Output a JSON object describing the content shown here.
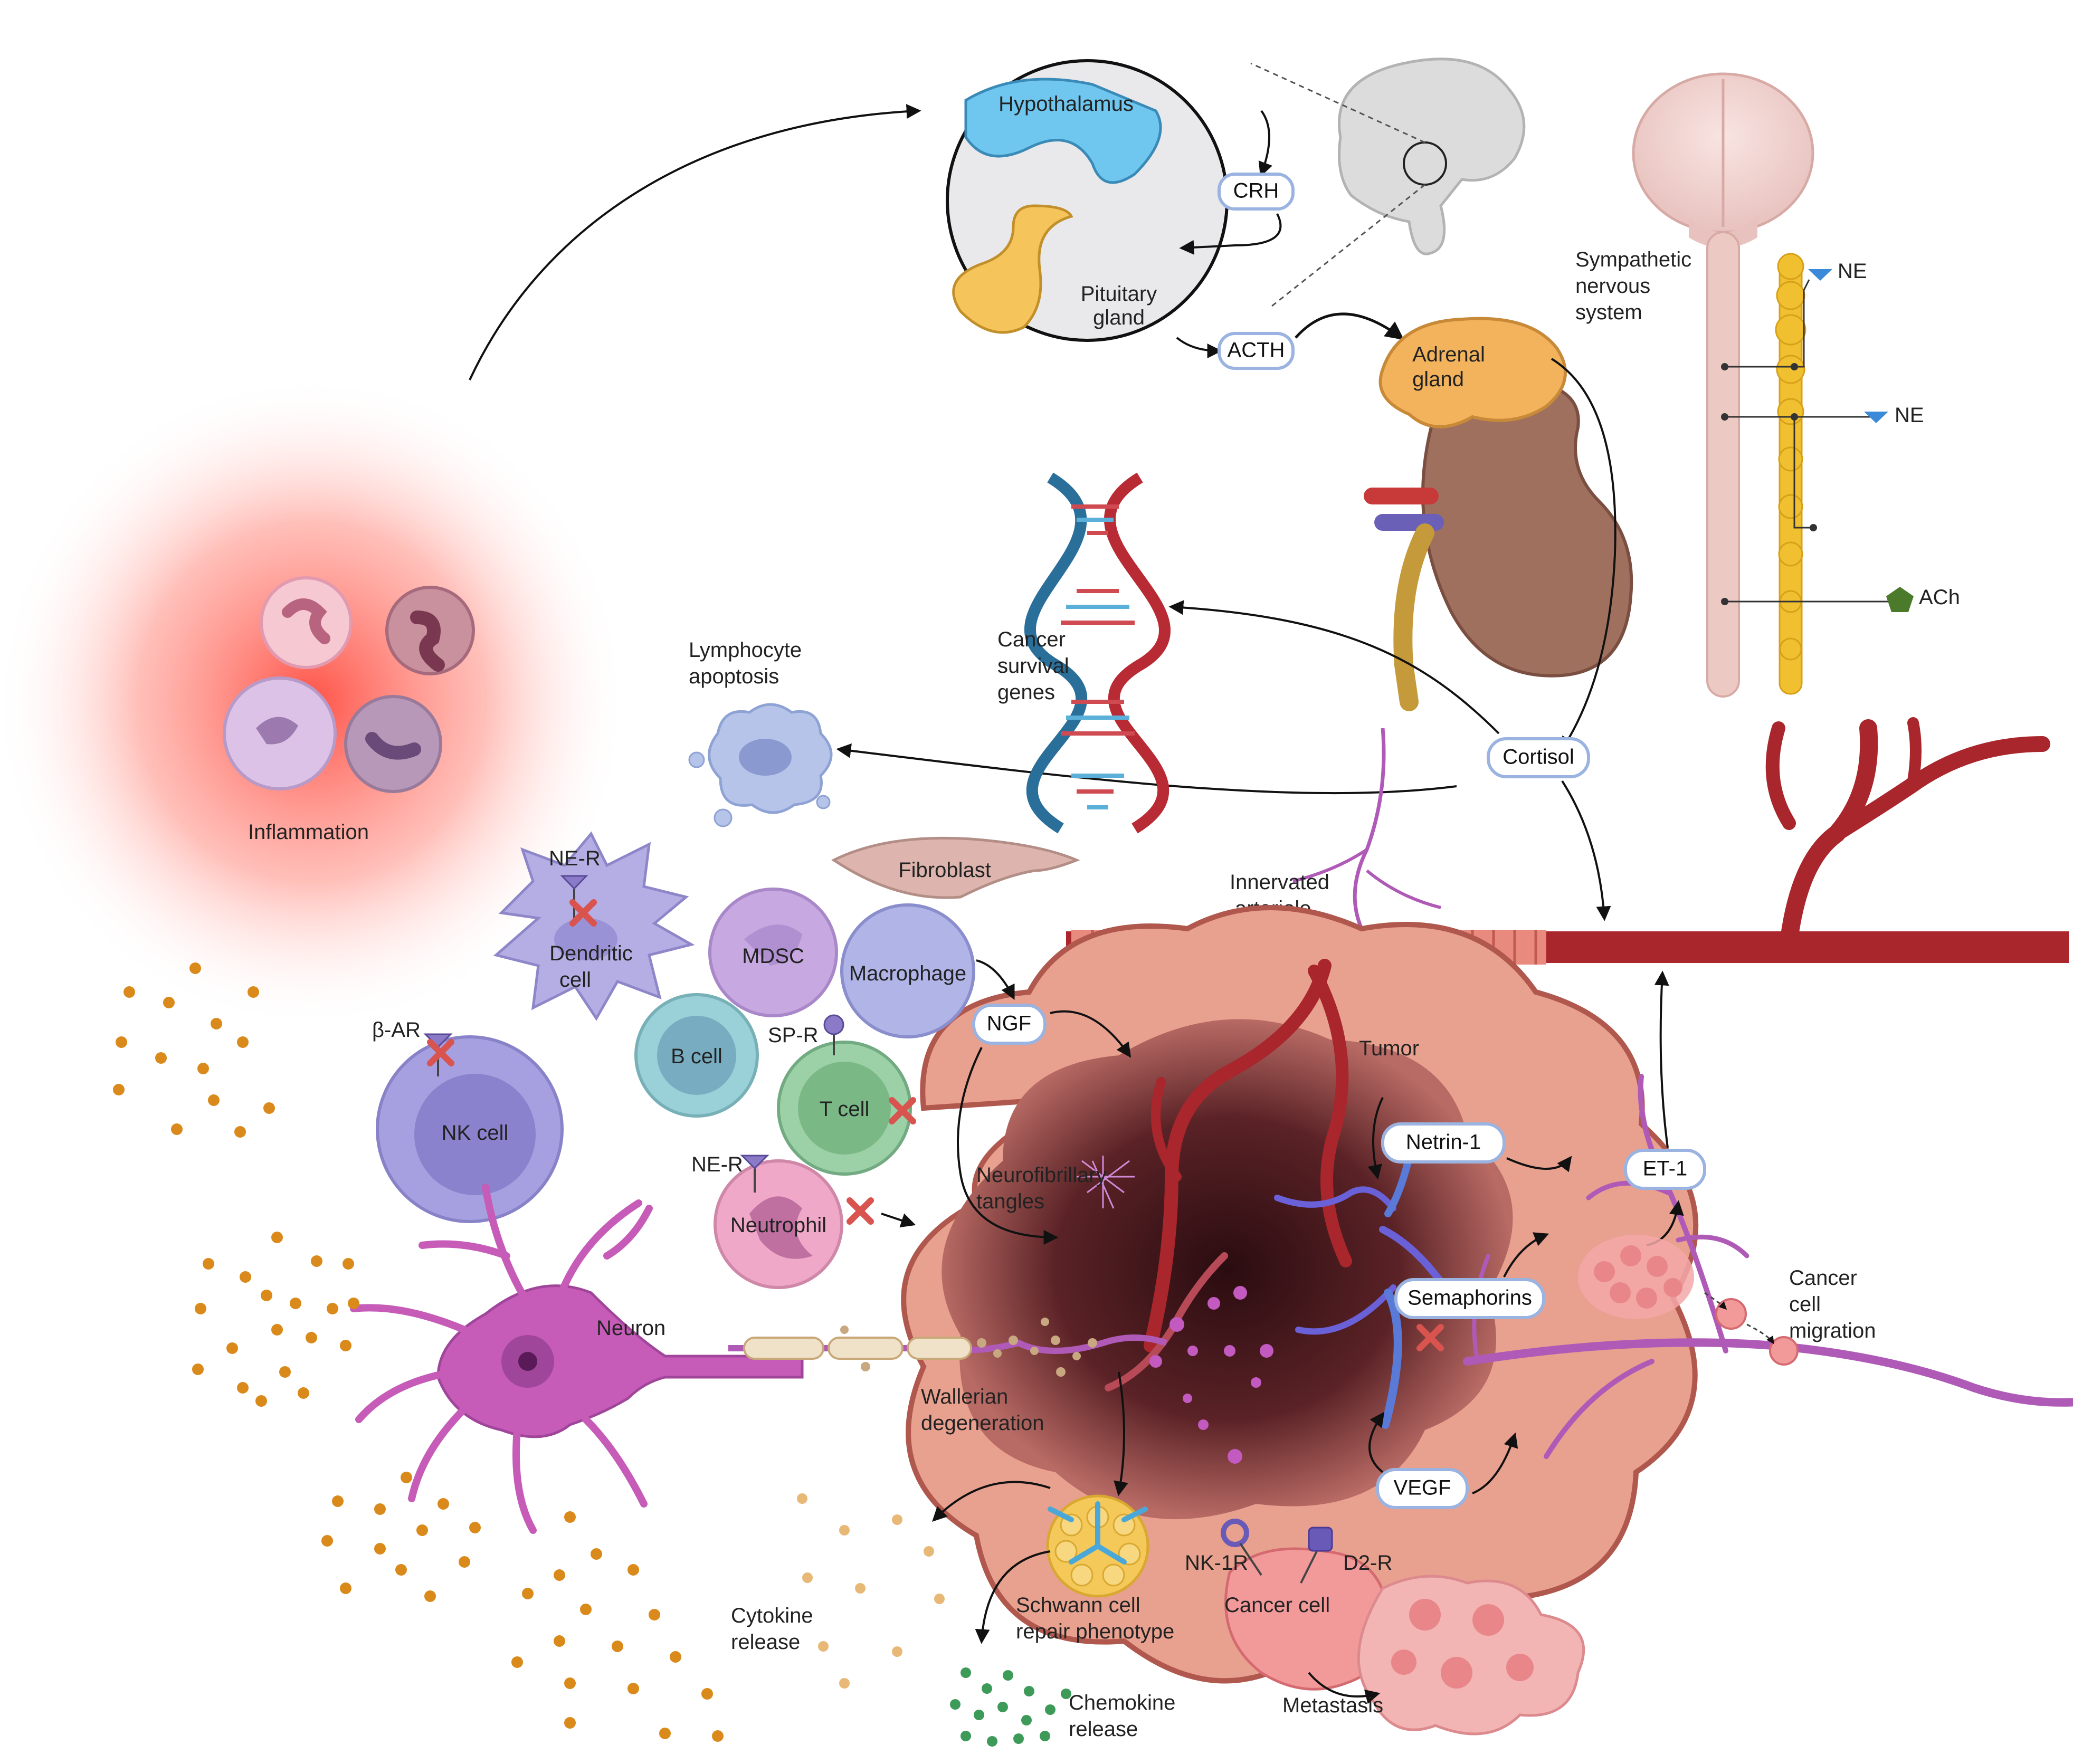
{
  "labels": {
    "hypothalamus": "Hypothalamus",
    "crh": "CRH",
    "pituitary_1": "Pituitary",
    "pituitary_2": "gland",
    "acth": "ACTH",
    "adrenal_1": "Adrenal",
    "adrenal_2": "gland",
    "sns_1": "Sympathetic",
    "sns_2": "nervous",
    "sns_3": "system",
    "ne_top": "NE",
    "ne_mid": "NE",
    "ach": "ACh",
    "cancer_genes_1": "Cancer",
    "cancer_genes_2": "survival",
    "cancer_genes_3": "genes",
    "lymph_apop_1": "Lymphocyte",
    "lymph_apop_2": "apoptosis",
    "cortisol": "Cortisol",
    "inflammation": "Inflammation",
    "fibroblast": "Fibroblast",
    "innervated_1": "Innervated",
    "innervated_2": "arteriole",
    "ne_r_top": "NE-R",
    "dendritic_1": "Dendritic",
    "dendritic_2": "cell",
    "mdsc": "MDSC",
    "macrophage": "Macrophage",
    "beta_ar": "β-AR",
    "b_cell": "B cell",
    "sp_r": "SP-R",
    "t_cell": "T cell",
    "ngf": "NGF",
    "nk_cell": "NK cell",
    "ne_r_bottom": "NE-R",
    "neutrophil": "Neutrophil",
    "tumor": "Tumor",
    "netrin": "Netrin-1",
    "et1": "ET-1",
    "neurofib_1": "Neurofibrillary",
    "neurofib_2": "tangles",
    "semaphorins": "Semaphorins",
    "cancer_mig_1": "Cancer",
    "cancer_mig_2": "cell",
    "cancer_mig_3": "migration",
    "neuron": "Neuron",
    "wallerian_1": "Wallerian",
    "wallerian_2": "degeneration",
    "vegf": "VEGF",
    "nk1r": "NK-1R",
    "d2r": "D2-R",
    "cancer_cell": "Cancer cell",
    "schwann_1": "Schwann cell",
    "schwann_2": "repair phenotype",
    "cytokine_1": "Cytokine",
    "cytokine_2": "release",
    "chemokine_1": "Chemokine",
    "chemokine_2": "release",
    "metastasis": "Metastasis"
  },
  "colors": {
    "hypothalamus": "#6fc6ee",
    "pituitary": "#f5c45a",
    "adrenal": "#f2b35c",
    "kidney": "#a0705e",
    "vessel": "#b8363a",
    "nerve": "#b05ab8",
    "tumor_outer": "#e8a08f",
    "tumor_core": "#3a1418",
    "spine": "#f0c030",
    "pill_border": "#9bb3e0",
    "inflammation": "#ff5a4e",
    "cytokine": "#d98a1a",
    "chemokine": "#3e9a58",
    "ne_marker": "#3a8ad9",
    "ach_marker": "#4a7a2a",
    "block_x": "#d9534f"
  }
}
